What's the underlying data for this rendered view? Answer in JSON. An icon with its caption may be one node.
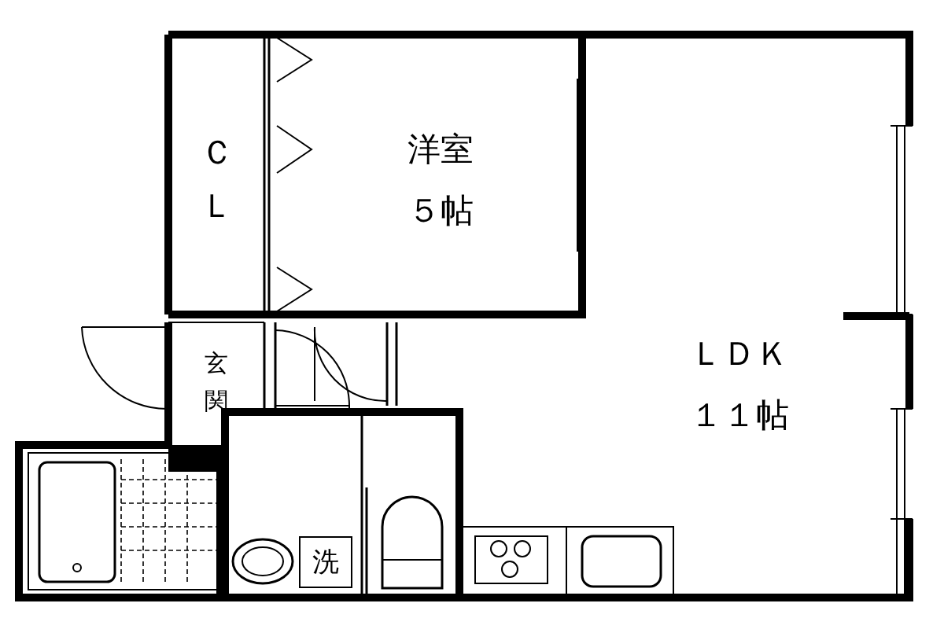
{
  "diagram": {
    "nodes": [
      {
        "text": [
          "ＣＬ"
        ]
      },
      {
        "text": [
          "洋室",
          "５帖"
        ]
      },
      {
        "text": [
          "玄関"
        ]
      },
      {
        "text": [
          "ＬＤＫ",
          "１１帖"
        ]
      },
      {
        "text": [
          "洗"
        ]
      }
    ]
  }
}
